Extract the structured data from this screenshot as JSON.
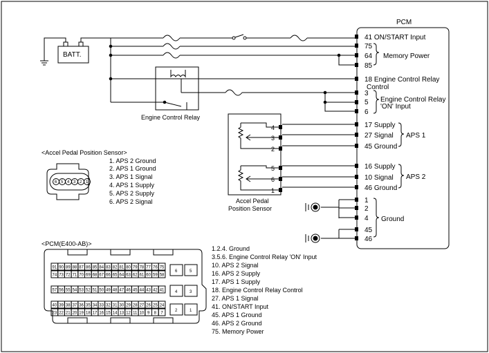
{
  "pcm_title": "PCM",
  "battery_label": "BATT.",
  "relay_label": "Engine Control Relay",
  "aps_sensor_label": [
    "Accel Pedal",
    "Position Sensor"
  ],
  "pcm_pins": [
    {
      "num": "41",
      "label": "ON/START Input"
    },
    {
      "num": "75",
      "label": ""
    },
    {
      "num": "64",
      "label": "Memory Power"
    },
    {
      "num": "85",
      "label": ""
    },
    {
      "num": "18",
      "label": "Engine Control Relay"
    },
    {
      "num": "3",
      "label": ""
    },
    {
      "num": "5",
      "label": "Engine Control Relay"
    },
    {
      "num": "6",
      "label": ""
    },
    {
      "num": "17",
      "label": "Supply"
    },
    {
      "num": "27",
      "label": "Signal"
    },
    {
      "num": "45",
      "label": "Ground"
    },
    {
      "num": "16",
      "label": "Supply"
    },
    {
      "num": "10",
      "label": "Signal"
    },
    {
      "num": "46",
      "label": "Ground"
    },
    {
      "num": "1",
      "label": ""
    },
    {
      "num": "2",
      "label": ""
    },
    {
      "num": "4",
      "label": ""
    },
    {
      "num": "45",
      "label": ""
    },
    {
      "num": "46",
      "label": ""
    }
  ],
  "pin18_line2": "Control",
  "relay_on_line2": "'ON' Input",
  "group_aps1": "APS 1",
  "group_aps2": "APS 2",
  "group_ground": "Ground",
  "sensor_pins": [
    "4",
    "3",
    "2",
    "5",
    "6",
    "1"
  ],
  "aps_connector_title": "<Accel Pedal Position Sensor>",
  "aps_connector_pins": [
    "6",
    "5",
    "4",
    "3",
    "2",
    "1"
  ],
  "aps_legend": [
    "1. APS 2 Ground",
    "2. APS 1 Ground",
    "3. APS 1 Signal",
    "4. APS 1 Supply",
    "5. APS 2 Supply",
    "6. APS 2 Signal"
  ],
  "pcm_connector_title": "<PCM(E400-AB)>",
  "pcm_rows": [
    [
      "91",
      "90",
      "89",
      "88",
      "87",
      "86",
      "85",
      "84",
      "83",
      "82",
      "81",
      "80",
      "79",
      "78",
      "77",
      "76",
      "75"
    ],
    [
      "74",
      "73",
      "72",
      "71",
      "70",
      "69",
      "68",
      "67",
      "66",
      "65",
      "64",
      "63",
      "62",
      "61",
      "60",
      "59",
      "58"
    ],
    [
      "57",
      "56",
      "55",
      "54",
      "53",
      "52",
      "51",
      "50",
      "49",
      "48",
      "47",
      "46",
      "45",
      "44",
      "43",
      "42",
      "41"
    ],
    [
      "40",
      "39",
      "38",
      "37",
      "36",
      "35",
      "34",
      "33",
      "32",
      "31",
      "30",
      "29",
      "28",
      "27",
      "26",
      "25",
      "24"
    ],
    [
      "23",
      "22",
      "21",
      "20",
      "19",
      "18",
      "17",
      "16",
      "15",
      "14",
      "13",
      "12",
      "11",
      "10",
      "9",
      "8",
      "7"
    ]
  ],
  "pcm_big_pins": [
    "6",
    "5",
    "4",
    "3",
    "2",
    "1"
  ],
  "pcm_legend": [
    "1.2.4. Ground",
    "3.5.6. Engine Control Relay 'ON' Input",
    "10. APS 2 Signal",
    "16. APS 2 Supply",
    "17. APS 1 Supply",
    "18. Engine Control Relay Control",
    "27. APS 1 Signal",
    "41. ON/START Input",
    "45. APS 1 Ground",
    "46. APS 2 Ground",
    "75. Memory Power"
  ]
}
